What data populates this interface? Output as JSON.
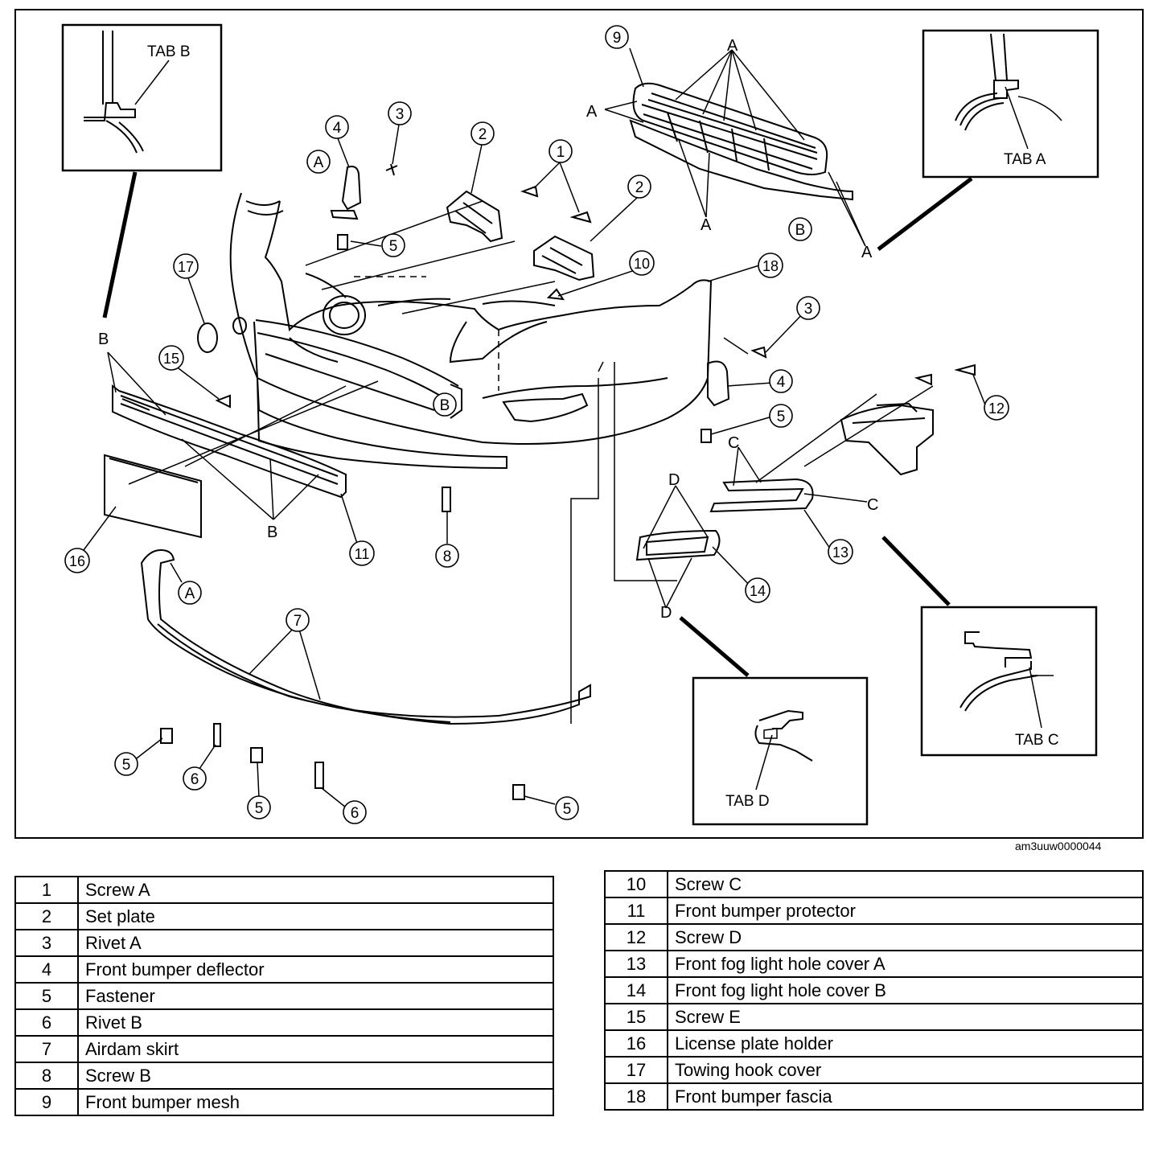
{
  "diagram": {
    "callouts": [
      {
        "id": "c9",
        "num": "9"
      },
      {
        "id": "c4",
        "num": "4"
      },
      {
        "id": "c3",
        "num": "3"
      },
      {
        "id": "c2a",
        "num": "2"
      },
      {
        "id": "c1",
        "num": "1"
      },
      {
        "id": "c2b",
        "num": "2"
      },
      {
        "id": "c5a",
        "num": "5"
      },
      {
        "id": "c10",
        "num": "10"
      },
      {
        "id": "c18",
        "num": "18"
      },
      {
        "id": "c17",
        "num": "17"
      },
      {
        "id": "c15",
        "num": "15"
      },
      {
        "id": "c3b",
        "num": "3"
      },
      {
        "id": "c4b",
        "num": "4"
      },
      {
        "id": "c5b",
        "num": "5"
      },
      {
        "id": "c12",
        "num": "12"
      },
      {
        "id": "c13",
        "num": "13"
      },
      {
        "id": "c14",
        "num": "14"
      },
      {
        "id": "c16",
        "num": "16"
      },
      {
        "id": "c11",
        "num": "11"
      },
      {
        "id": "c8",
        "num": "8"
      },
      {
        "id": "c7",
        "num": "7"
      },
      {
        "id": "c5c",
        "num": "5"
      },
      {
        "id": "c6a",
        "num": "6"
      },
      {
        "id": "c5d",
        "num": "5"
      },
      {
        "id": "c6b",
        "num": "6"
      },
      {
        "id": "c5e",
        "num": "5"
      }
    ],
    "circled_letters": {
      "a1": "A",
      "a2": "A",
      "b1": "B",
      "b2": "B"
    },
    "letters": {
      "A": "A",
      "B": "B",
      "C": "C",
      "D": "D"
    },
    "insets": {
      "tab_b": "TAB B",
      "tab_a": "TAB A",
      "tab_c": "TAB C",
      "tab_d": "TAB D"
    },
    "ref_code": "am3uuw0000044"
  },
  "parts_left": [
    {
      "num": "1",
      "name": "Screw A"
    },
    {
      "num": "2",
      "name": "Set plate"
    },
    {
      "num": "3",
      "name": "Rivet A"
    },
    {
      "num": "4",
      "name": "Front bumper deflector"
    },
    {
      "num": "5",
      "name": "Fastener"
    },
    {
      "num": "6",
      "name": "Rivet B"
    },
    {
      "num": "7",
      "name": "Airdam skirt"
    },
    {
      "num": "8",
      "name": "Screw B"
    },
    {
      "num": "9",
      "name": "Front bumper mesh"
    }
  ],
  "parts_right": [
    {
      "num": "10",
      "name": "Screw C"
    },
    {
      "num": "11",
      "name": "Front bumper protector"
    },
    {
      "num": "12",
      "name": "Screw D"
    },
    {
      "num": "13",
      "name": "Front fog light hole cover A"
    },
    {
      "num": "14",
      "name": "Front fog light hole cover B"
    },
    {
      "num": "15",
      "name": "Screw E"
    },
    {
      "num": "16",
      "name": "License plate holder"
    },
    {
      "num": "17",
      "name": "Towing hook cover"
    },
    {
      "num": "18",
      "name": "Front bumper fascia"
    }
  ]
}
